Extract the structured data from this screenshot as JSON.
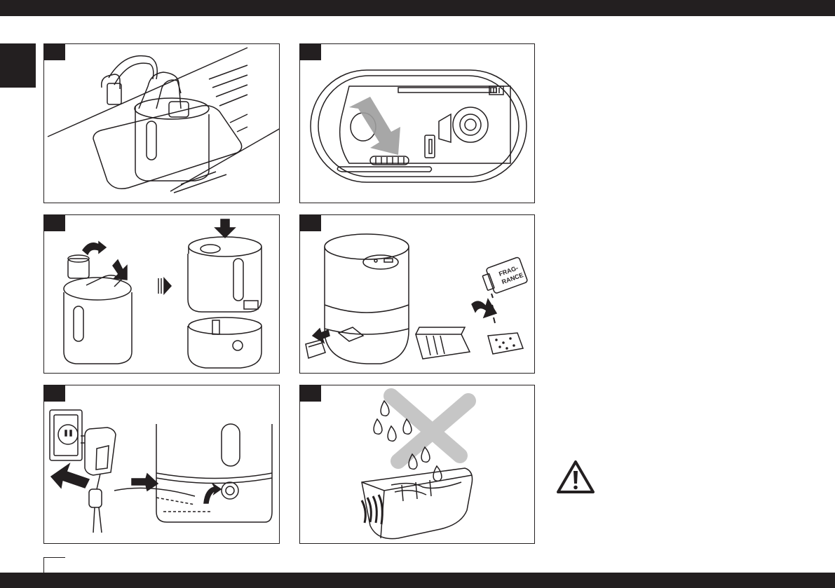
{
  "page": {
    "panels": [
      {
        "id": "p1",
        "label": "",
        "illustration": "rinse-tank-under-tap"
      },
      {
        "id": "p2",
        "label": "",
        "illustration": "clean-base-with-brush"
      },
      {
        "id": "p3",
        "label": "",
        "illustration": "reassemble-tank"
      },
      {
        "id": "p4",
        "label": "",
        "illustration": "add-fragrance-to-pad"
      },
      {
        "id": "p5",
        "label": "",
        "illustration": "plug-in-adapter"
      },
      {
        "id": "p6",
        "label": "",
        "illustration": "do-not-wet-tray"
      }
    ],
    "fragrance_label_line1": "FRAG-",
    "fragrance_label_line2": "RANCE",
    "warning_icon": "warning-triangle-icon",
    "colors": {
      "ink": "#231f20",
      "arrow_gray": "#9d9d9d",
      "cross_gray": "#c6c6c6",
      "paper": "#ffffff"
    }
  }
}
